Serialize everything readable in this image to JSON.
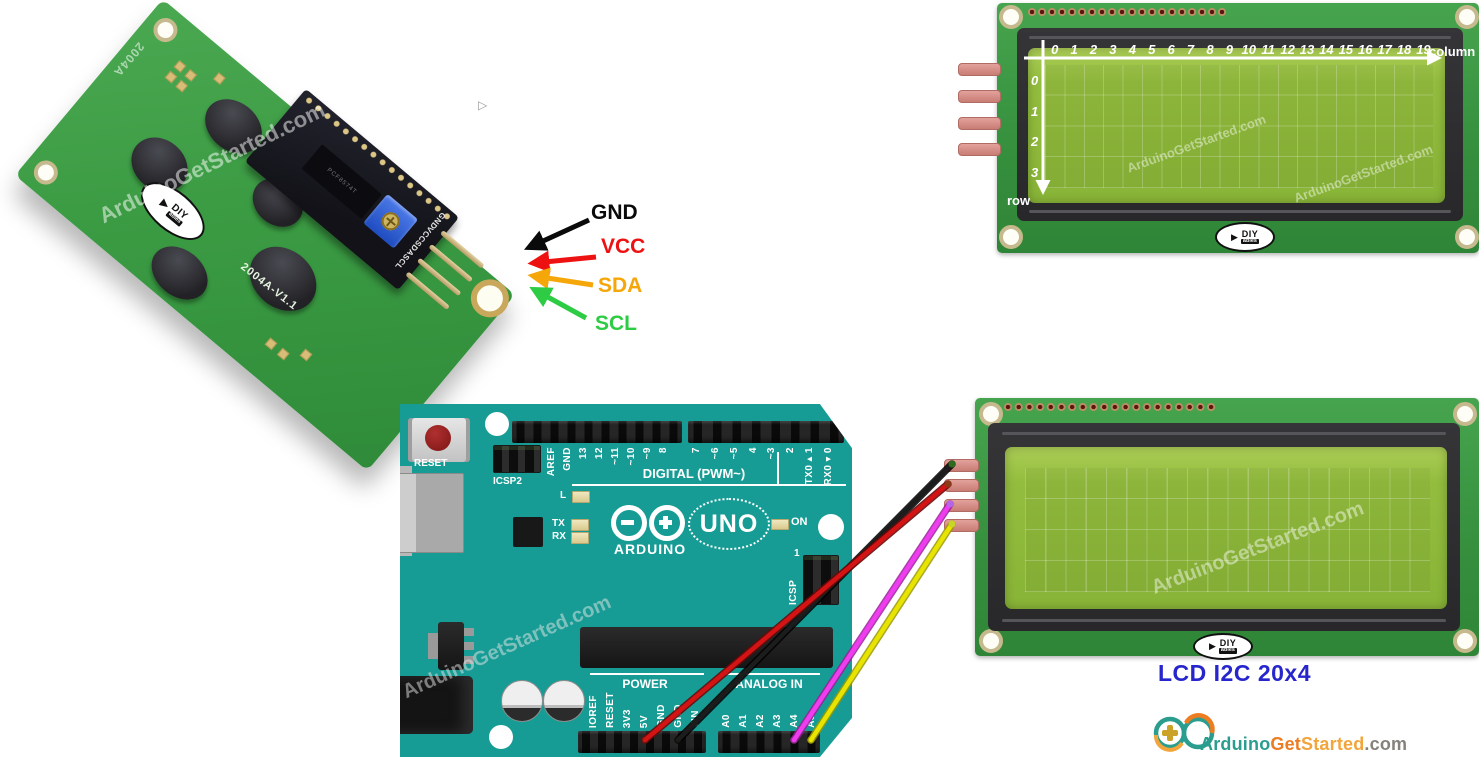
{
  "photo_module": {
    "watermark": "ArduinoGetStarted.com",
    "board_marking": "2004A",
    "module_marking": "2004A-V1.1",
    "ic_marking": "PCF8574T",
    "diy_logo": {
      "top": "DIY",
      "bottom": "ables"
    },
    "i2c_pins": [
      "GND",
      "VCC",
      "SDA",
      "SCL"
    ],
    "pin_callouts": [
      {
        "label": "GND",
        "color": "#0a0a0a"
      },
      {
        "label": "VCC",
        "color": "#ee1111"
      },
      {
        "label": "SDA",
        "color": "#f5a609"
      },
      {
        "label": "SCL",
        "color": "#2ecc44"
      }
    ],
    "cursor_glyph": "▷"
  },
  "lcd_coordinate_diagram": {
    "columns": [
      "0",
      "1",
      "2",
      "3",
      "4",
      "5",
      "6",
      "7",
      "8",
      "9",
      "10",
      "11",
      "12",
      "13",
      "14",
      "15",
      "16",
      "17",
      "18",
      "19"
    ],
    "rows": [
      "0",
      "1",
      "2",
      "3"
    ],
    "column_axis_label": "column",
    "row_axis_label": "row",
    "watermark": "ArduinoGetStarted.com",
    "diy_logo": {
      "top": "DIY",
      "bottom": "ables"
    }
  },
  "arduino": {
    "board_color": "#179c95",
    "reset_label": "RESET",
    "icsp2_label": "ICSP2",
    "icsp_label": "ICSP",
    "icsp_pin1": "1",
    "digital_header_left": [
      "AREF",
      "GND",
      "13",
      "12",
      "~11",
      "~10",
      "~9",
      "8"
    ],
    "digital_header_right": [
      "7",
      "~6",
      "~5",
      "4",
      "~3",
      "2",
      "TX0▸1",
      "RX0◂0"
    ],
    "digital_section_label": "DIGITAL (PWM~)",
    "led_l": "L",
    "led_tx": "TX",
    "led_rx": "RX",
    "led_on": "ON",
    "brand": "ARDUINO",
    "model": "UNO",
    "power_section_label": "POWER",
    "analog_section_label": "ANALOG IN",
    "power_pins": [
      "IOREF",
      "RESET",
      "3V3",
      "5V",
      "GND",
      "GND",
      "VIN"
    ],
    "analog_pins": [
      "A0",
      "A1",
      "A2",
      "A3",
      "A4",
      "A5"
    ],
    "watermark": "ArduinoGetStarted.com"
  },
  "lcd_i2c_module": {
    "caption": "LCD I2C 20x4",
    "caption_color": "#2626cc",
    "watermark": "ArduinoGetStarted.com",
    "diy_logo": {
      "top": "DIY",
      "bottom": "ables"
    }
  },
  "wires": [
    {
      "name": "GND",
      "color": "#1c1c1c",
      "from": "Arduino GND",
      "to": "LCD GND"
    },
    {
      "name": "VCC",
      "color": "#d41414",
      "from": "Arduino 5V",
      "to": "LCD VCC"
    },
    {
      "name": "SDA",
      "color": "#ee3cee",
      "from": "Arduino A4",
      "to": "LCD SDA"
    },
    {
      "name": "SCL",
      "color": "#e8e400",
      "from": "Arduino A5",
      "to": "LCD SCL"
    }
  ],
  "footer_logo": {
    "part1": "Arduino",
    "part2": "Get",
    "part3": "Started",
    "part4": ".com",
    "colors": {
      "part1": "#2a9d8f",
      "part2": "#ed7d23",
      "part3": "#f2a53b",
      "part4": "#85827c"
    }
  }
}
